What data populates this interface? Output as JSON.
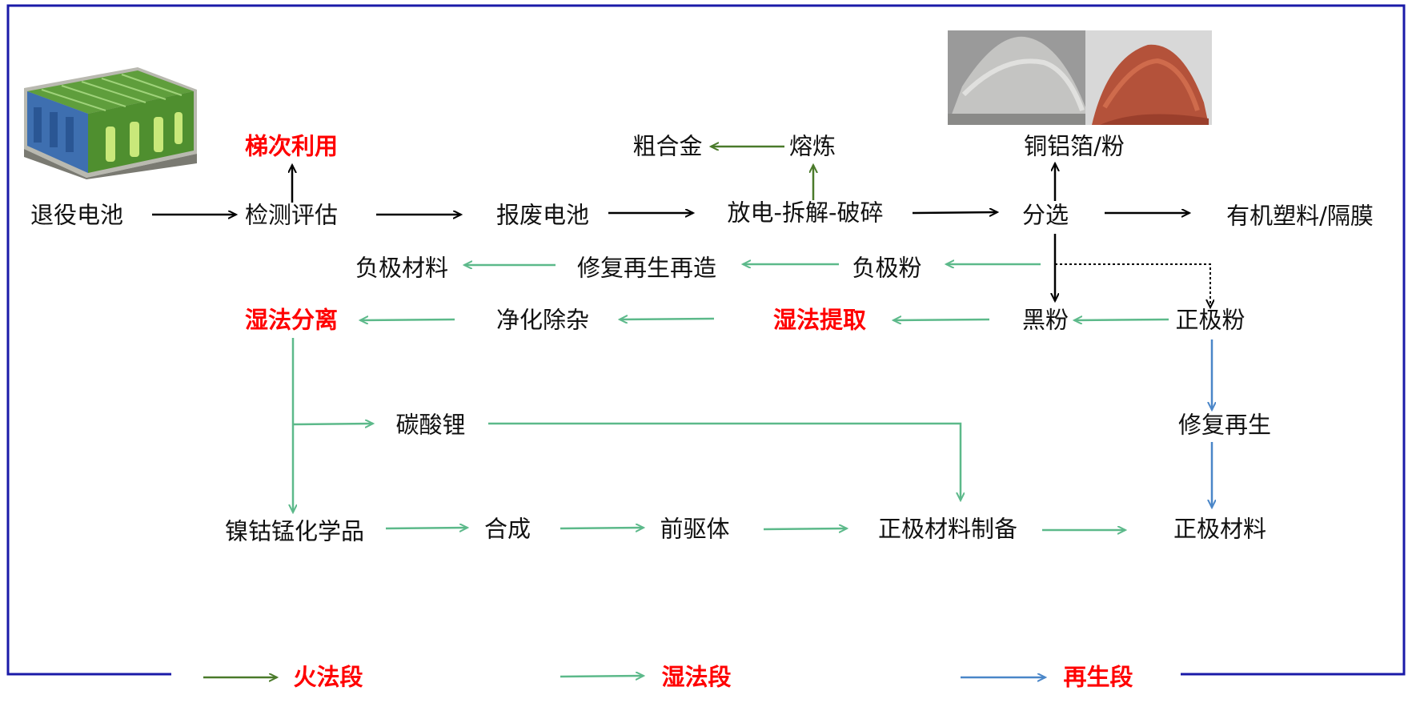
{
  "colors": {
    "frame": "#1a1aa8",
    "black_arrow": "#000000",
    "pyro_arrow": "#4a7a2a",
    "hydro_arrow": "#5cb98a",
    "regen_arrow": "#4a86c8",
    "highlight_text": "#ff0000"
  },
  "images": {
    "battery_pack": "battery-pack-icon",
    "metal_powders": "metal-powders-photo"
  },
  "nodes": {
    "retired_battery": "退役电池",
    "cascade_use": "梯次利用",
    "inspection": "检测评估",
    "scrap_battery": "报废电池",
    "discharge": "放电-拆解-破碎",
    "smelting": "熔炼",
    "crude_alloy": "粗合金",
    "cu_al_foil": "铜铝箔/粉",
    "sorting": "分选",
    "plastics": "有机塑料/隔膜",
    "anode_material": "负极材料",
    "repair_remake": "修复再生再造",
    "anode_powder": "负极粉",
    "wet_separation": "湿法分离",
    "purification": "净化除杂",
    "wet_extraction": "湿法提取",
    "black_powder": "黑粉",
    "cathode_powder": "正极粉",
    "li_carbonate": "碳酸锂",
    "repair_regen": "修复再生",
    "ni_co_mn": "镍钴锰化学品",
    "synthesis": "合成",
    "precursor": "前驱体",
    "cathode_prep": "正极材料制备",
    "cathode_material": "正极材料"
  },
  "legend": {
    "pyro": "火法段",
    "hydro": "湿法段",
    "regen": "再生段"
  }
}
